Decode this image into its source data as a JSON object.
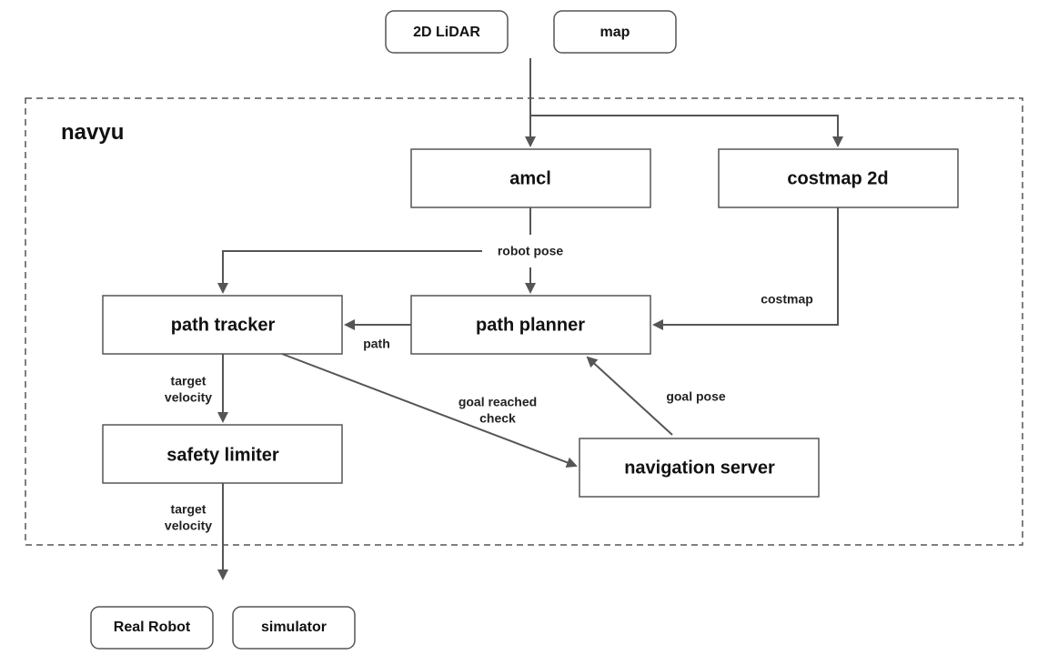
{
  "group": {
    "label": "navyu"
  },
  "inputs": {
    "lidar": "2D LiDAR",
    "map": "map"
  },
  "nodes": {
    "amcl": "amcl",
    "costmap": "costmap 2d",
    "path_tracker": "path tracker",
    "path_planner": "path planner",
    "safety_limiter": "safety limiter",
    "navigation_server": "navigation server"
  },
  "outputs": {
    "real_robot": "Real Robot",
    "simulator": "simulator"
  },
  "edge_labels": {
    "robot_pose": "robot pose",
    "costmap": "costmap",
    "path": "path",
    "target_velocity_1_line1": "target",
    "target_velocity_1_line2": "velocity",
    "goal_reached_line1": "goal reached",
    "goal_reached_line2": "check",
    "goal_pose": "goal pose",
    "target_velocity_2_line1": "target",
    "target_velocity_2_line2": "velocity"
  },
  "colors": {
    "stroke": "#555555",
    "text": "#111111",
    "background": "#ffffff"
  }
}
